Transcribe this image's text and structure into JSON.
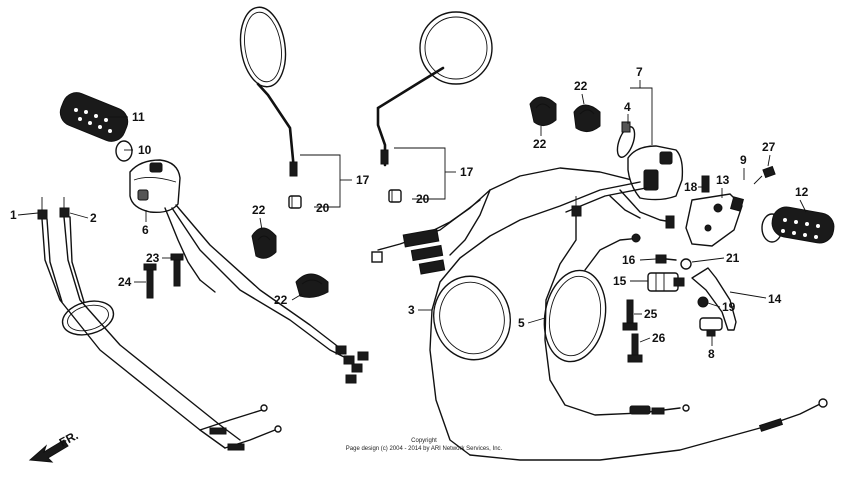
{
  "labels": {
    "p1": "1",
    "p2": "2",
    "p3": "3",
    "p4": "4",
    "p5": "5",
    "p6": "6",
    "p7": "7",
    "p8": "8",
    "p9": "9",
    "p10": "10",
    "p11": "11",
    "p12": "12",
    "p13": "13",
    "p14": "14",
    "p15": "15",
    "p16": "16",
    "p17a": "17",
    "p17b": "17",
    "p18": "18",
    "p19": "19",
    "p20a": "20",
    "p20b": "20",
    "p21": "21",
    "p22a": "22",
    "p22b": "22",
    "p22c": "22",
    "p22d": "22",
    "p23": "23",
    "p24": "24",
    "p25": "25",
    "p26": "26",
    "p27": "27"
  },
  "direction": "FR.",
  "copyright": {
    "line1": "Copyright",
    "line2": "Page design (c) 2004 - 2014 by ARI Network Services, Inc."
  }
}
